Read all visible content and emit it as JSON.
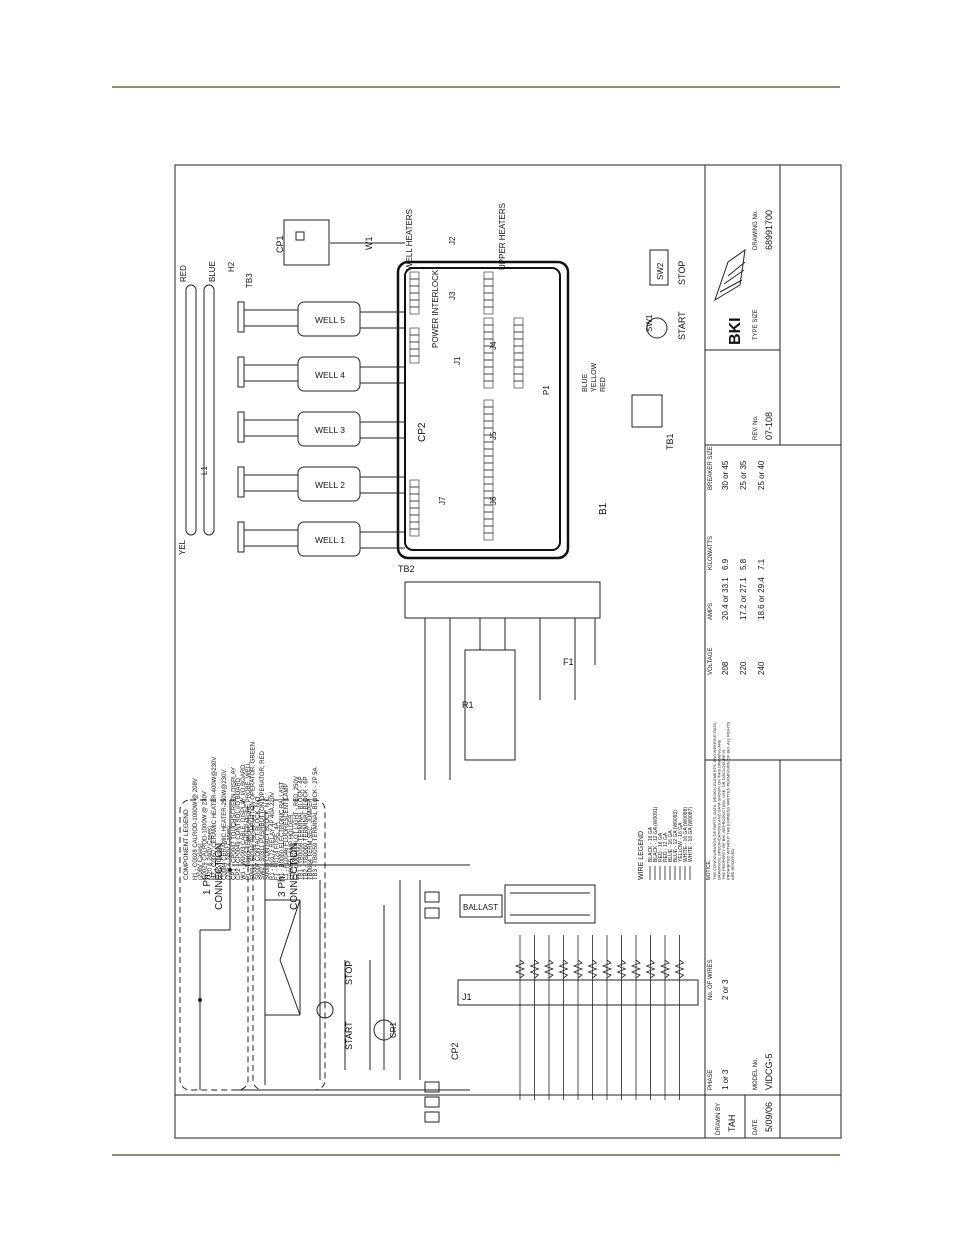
{
  "legend": {
    "title": "COMPONENT LEGEND",
    "items": [
      "H1 - C0028 CALROD-1000W @ 208V",
      "(208V Cases)",
      "C0029 CALROD-1000W @ 230V",
      "(220 & 240V Cases)",
      "H2 - C0057 CERAMIC HEATER-400W@230V",
      "(208V Cases)",
      "C0084 CERAMIC HEATER-250W@230V",
      "(220 & 240V Cases)",
      "CP1 - CP0047 TOUCHSCREEN DISPLAY",
      "CP2 - CP0049 CONTROL I/O BOARD",
      "W1 - W0093 CABLE, DISPLAY I/O BOARD",
      "P1 - T0165 TEMPERATURE PROBE, WELL",
      "SW1 - S0310 PUSHBUTTON OPERATOR, GREEN",
      "S0007 CONTACT BLOCK, N.O.",
      "SW2 - S0311 PUSHBUTTON OPERATOR, RED",
      "S0008 CONTACT BLOCK, N.C.",
      "R1 - R0172 RELAY 4P 40A 220V",
      "F1 - F0124 FUSE, 4A",
      "B1 - B0060 ELECTRONIC BALLAST",
      "L1 - FL0046 FLUORESCENT LAMP",
      "LH0055 LAMP HOLDER",
      "L2 - LI0004 PILOT LIGHT - RED, 250V",
      "TB1 - TB0058 TERMINAL BLOCK - 4P",
      "TB2 - TB0060 TERMINAL BLOCK - 6P",
      "TB0064 TERM SEC. JUMPER",
      "TB3 - TB0059 TERMINAL BLOCK - 2P 5A"
    ]
  },
  "wire_legend": {
    "title": "WIRE LEGEND",
    "items": [
      "BLACK - 16 GA",
      "BLACK - 12 GA (W0091)",
      "RED - 16 GA",
      "RED - 12 GA",
      "BLUE - 16 GA",
      "BLUE - 12 GA (W0093)",
      "YELLOW - 16 GA",
      "WHITE - 16 GA (W0088)",
      "WHITE - 16 GA (W0087)"
    ]
  },
  "notice": {
    "title": "NOTICE:",
    "lines": [
      "THE CONFIGURATION OF PARTS, DATA, DESIGN ELEMENTS, ENGINEERING DATA,",
      "DRAWINGS, SPECIFICATIONS AND DATA SHOWN ON THIS DRAWING ARE",
      "THE PROPERTY OF BKI. REPRODUCTION, USE, OR DISCLOSURE IS",
      "PROHIBITED WITHOUT THE EXPRESS WRITTEN PERMISSION OF BKI. ALL RIGHTS",
      "ARE RESERVED."
    ]
  },
  "wells": [
    "WELL 5",
    "WELL 4",
    "WELL 3",
    "WELL 2",
    "WELL 1"
  ],
  "labels": {
    "one_ph": "1 Ph",
    "three_ph": "3 Ph",
    "connection": "CONNECTION",
    "ballast": "BALLAST",
    "start": "START",
    "stop": "STOP",
    "power_interlock": "POWER INTERLOCK",
    "well_heaters": "WELL HEATERS",
    "upper_heaters": "UPPER HEATERS",
    "red": "RED",
    "blue": "BLUE",
    "yel": "YEL",
    "yellow": "YELLOW",
    "cp1": "CP1",
    "cp2": "CP2",
    "w1": "W1",
    "h2": "H2",
    "tb1": "TB1",
    "tb2": "TB2",
    "tb3": "TB3",
    "r1": "R1",
    "f1": "F1",
    "b1": "B1",
    "p1": "P1",
    "l1": "L1",
    "sw1": "SW1",
    "sw2": "SW2",
    "cr1": "CR1",
    "j1": "J1",
    "j2": "J2",
    "j3": "J3",
    "j4": "J4",
    "j5": "J5",
    "j6": "J6",
    "j7": "J7"
  },
  "ratings_table": {
    "headers": [
      "PHASE",
      "No. OF WIRES",
      "VOLTAGE",
      "AMPS",
      "KILOWATTS",
      "BREAKER SIZE"
    ],
    "rows": [
      [
        "1 or 3",
        "2 or 3",
        "208",
        "20.4 or 33.1",
        "6.9",
        "30 or 45"
      ],
      [
        "",
        "",
        "220",
        "17.2 or 27.1",
        "5.8",
        "25 or 35"
      ],
      [
        "",
        "",
        "240",
        "18.6 or 29.4",
        "7.1",
        "25 or 40"
      ]
    ]
  },
  "title_block": {
    "drawn_by_label": "DRAWN BY",
    "drawn_by": "TAH",
    "date_label": "DATE",
    "date": "5/09/06",
    "model_label": "MODEL No.",
    "model": "VIDCG-5",
    "rev_label": "REV. No.",
    "rev": "07-108",
    "type_size_label": "TYPE SIZE",
    "drawing_no_label": "DRAWING No.",
    "drawing_no": "68991700",
    "logo": "BKI"
  }
}
